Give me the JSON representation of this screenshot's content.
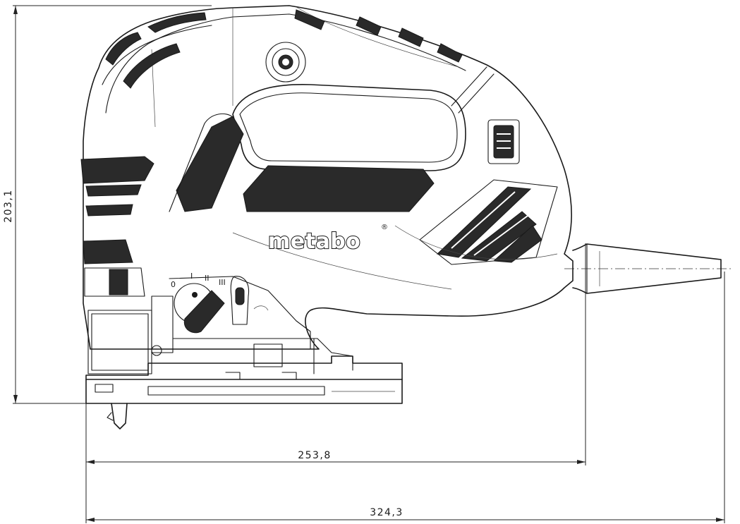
{
  "drawing": {
    "brand": "metabo",
    "registered_mark": "®",
    "stroke_positions": [
      "0",
      "I",
      "II",
      "III"
    ]
  },
  "dimensions": {
    "height": "203,1",
    "base_length": "253,8",
    "overall_length": "324,3"
  }
}
